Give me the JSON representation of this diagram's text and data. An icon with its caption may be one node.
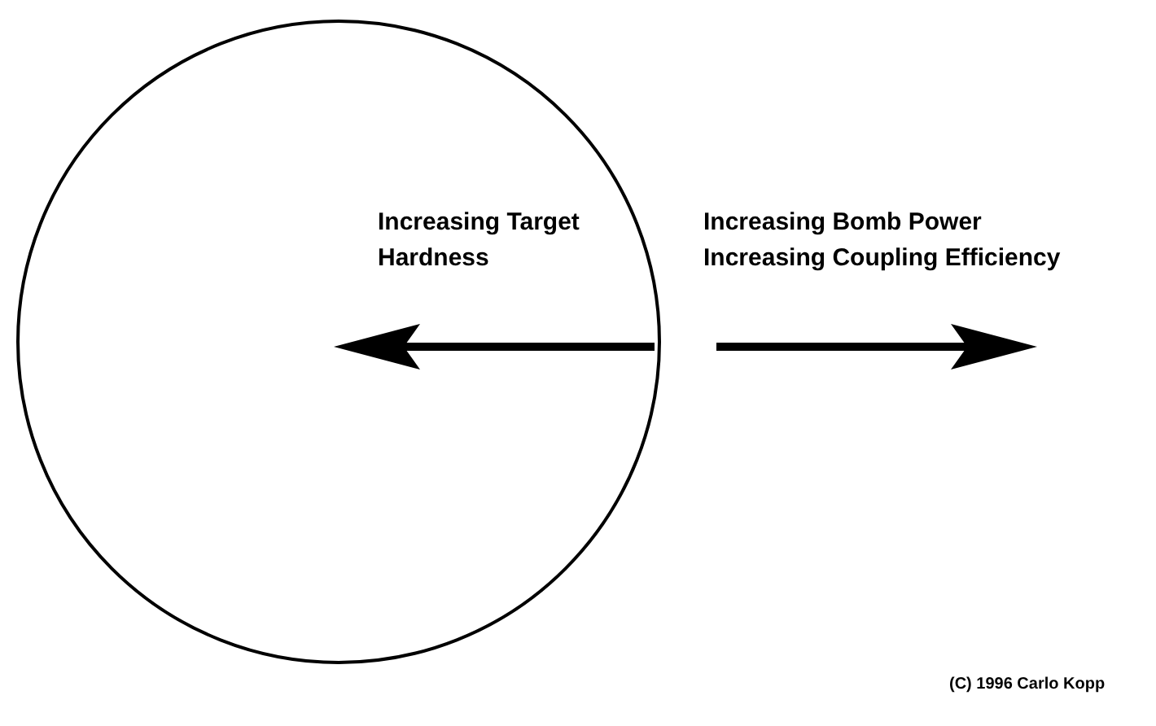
{
  "diagram": {
    "nodes": [
      {
        "text": [],
        "shape": "circle"
      }
    ],
    "labels": [
      "Increasing Target Hardness",
      "Increasing Bomb Power",
      "Increasing Coupling Efficiency",
      "(C) 1996 Carlo Kopp"
    ]
  }
}
